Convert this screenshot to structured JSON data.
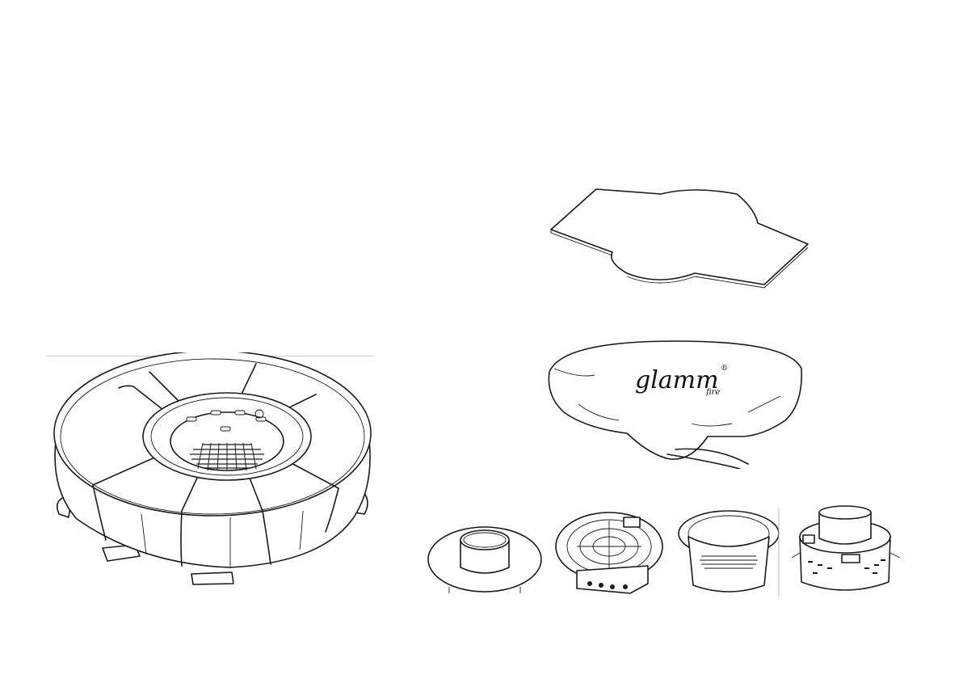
{
  "figures": {
    "fire_pit": {
      "label": "fire-pit-table"
    },
    "lid_plate": {
      "label": "lid-plate"
    },
    "cover": {
      "label": "protective-cover",
      "logo_main": "glamm",
      "logo_sub": "fire",
      "logo_mark": "®"
    },
    "inserts": [
      {
        "label": "insert-ring-adapter"
      },
      {
        "label": "insert-burner-with-control-box"
      },
      {
        "label": "insert-basket-with-grate"
      },
      {
        "label": "insert-burner-unit"
      }
    ]
  },
  "colors": {
    "line": "#1a1a1a",
    "background": "#ffffff",
    "divider": "#cccccc"
  }
}
